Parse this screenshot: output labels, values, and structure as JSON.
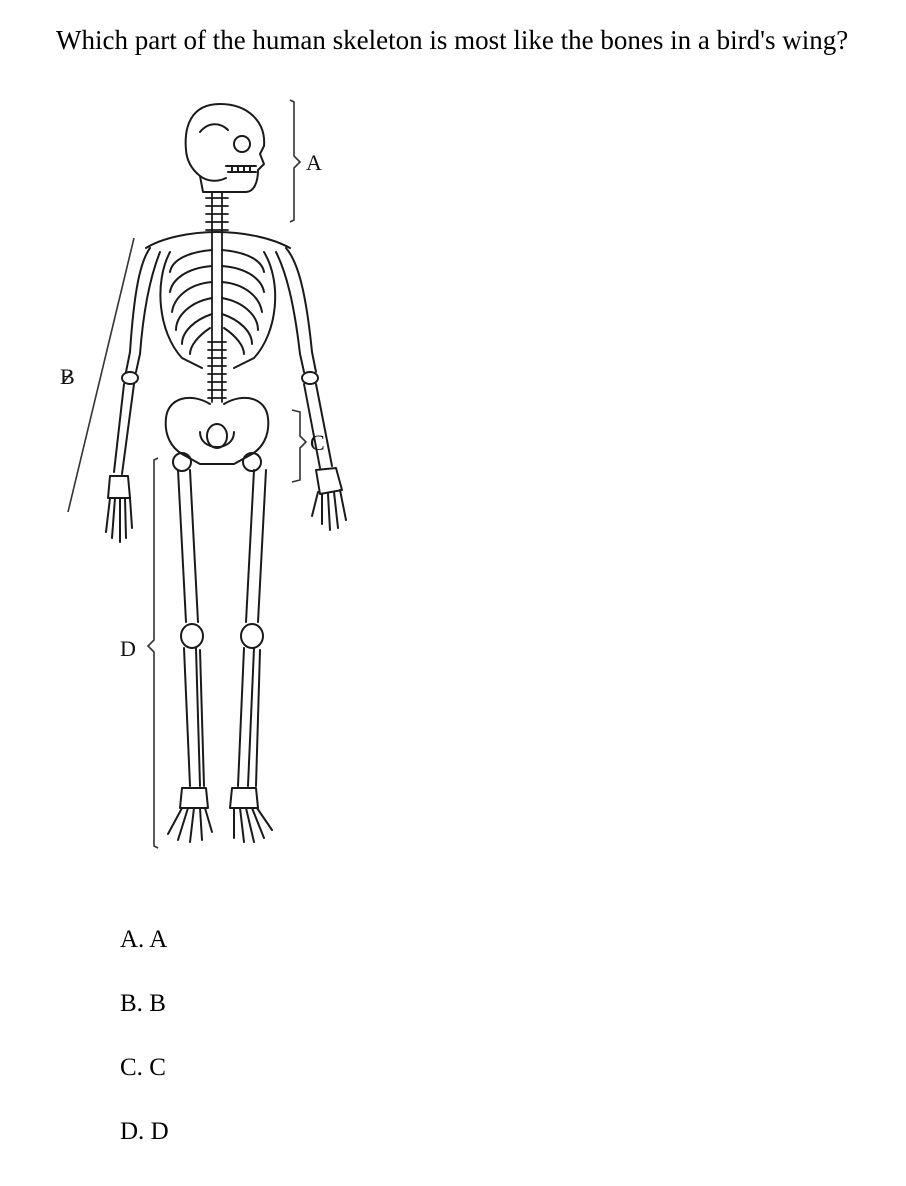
{
  "question": "Which part of the human skeleton is most like the bones in a bird's wing?",
  "figure": {
    "labels": {
      "a": "A",
      "b": "B",
      "c": "C",
      "d": "D"
    }
  },
  "options": [
    {
      "letter": "A.",
      "text": "A"
    },
    {
      "letter": "B.",
      "text": "B"
    },
    {
      "letter": "C.",
      "text": "C"
    },
    {
      "letter": "D.",
      "text": "D"
    }
  ]
}
